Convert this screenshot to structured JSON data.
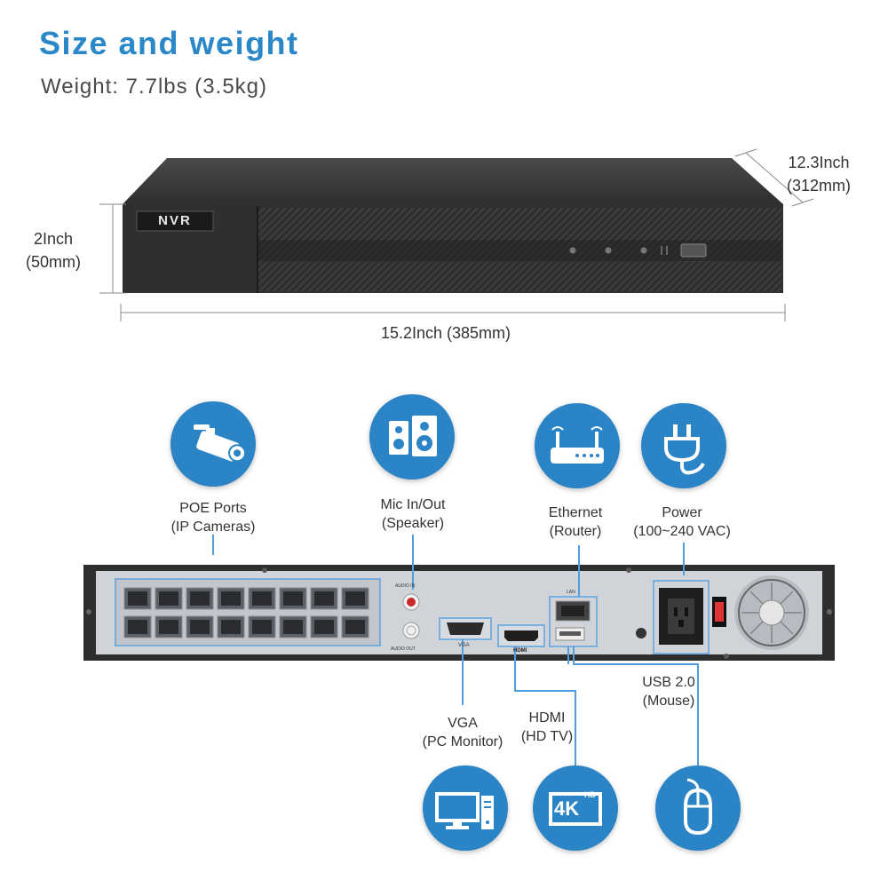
{
  "header": {
    "title": "Size and weight",
    "subtitle": "Weight: 7.7lbs (3.5kg)"
  },
  "dimensions": {
    "depth": [
      "12.3Inch",
      "(312mm)"
    ],
    "height": [
      "2Inch",
      "(50mm)"
    ],
    "width": "15.2Inch (385mm)"
  },
  "device": {
    "front_label": "NVR",
    "rear_labels": {
      "audio_in": "AUDIO IN",
      "audio_out": "AUDIO OUT",
      "vga": "VGA",
      "hdmi": "HDMI",
      "lan": "LAN"
    }
  },
  "features": {
    "poe": [
      "POE Ports",
      "(IP Cameras)"
    ],
    "mic": [
      "Mic In/Out",
      "(Speaker)"
    ],
    "ethernet": [
      "Ethernet",
      "(Router)"
    ],
    "power": [
      "Power",
      "(100~240 VAC)"
    ],
    "usb": [
      "USB 2.0",
      "(Mouse)"
    ],
    "vga": [
      "VGA",
      "(PC Monitor)"
    ],
    "hdmi": [
      "HDMI",
      "(HD TV)"
    ]
  },
  "icon_text": {
    "hd_badge": "HD",
    "resolution": "4K"
  },
  "icons": [
    "camera-icon",
    "speaker-icon",
    "router-icon",
    "plug-icon",
    "monitor-icon",
    "4k-tv-icon",
    "mouse-icon"
  ],
  "colors": {
    "accent": "#2a84c6",
    "title": "#2a87c8",
    "device_body": "#333333"
  }
}
